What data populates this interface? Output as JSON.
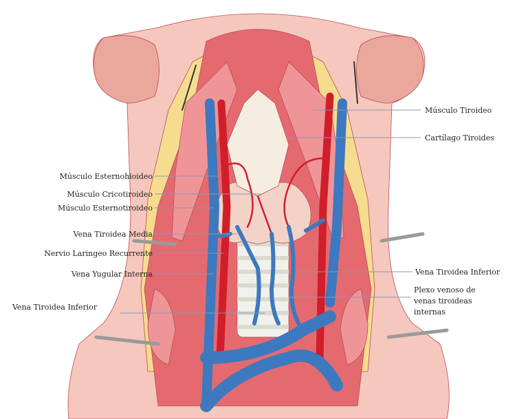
{
  "labels": {
    "musculo_tiroideo": "Músculo Tiroideo",
    "cartilago_tiroides": "Cartílago Tiroides",
    "musculo_esternohioideo": "Músculo Esternohioideo",
    "musculo_cricotiroideo": "Músculo Cricotiroideo",
    "musculo_esternotiroideo": "Músculo Esternotiroideo",
    "vena_tiroidea_media": "Vena Tiroidea Media",
    "nervio_laringeo_recurrente": "Nervio Laringeo Recurrente",
    "vena_yugular_interna": "Vena Yugular Interna",
    "vena_tiroidea_inferior_left": "Vena Tiroidea Inferior",
    "vena_tiroidea_inferior_right": "Vena Tiroidea Inferior",
    "plexo_venoso_1": "Plexo venoso de",
    "plexo_venoso_2": "venas tiroideas",
    "plexo_venoso_3": "internas"
  },
  "colors": {
    "skin": "#f6c7bd",
    "skin_dark": "#eaa89c",
    "fat": "#f6dc8e",
    "muscle": "#e46a70",
    "muscle_light": "#ef9598",
    "artery": "#d01e2b",
    "vein": "#3d79bf",
    "thyroid": "#f3d3c7",
    "cartilage": "#f5ede0",
    "trachea": "#f1f1ec",
    "nerve": "#f3e6a0",
    "leader": "#8a96b0"
  }
}
